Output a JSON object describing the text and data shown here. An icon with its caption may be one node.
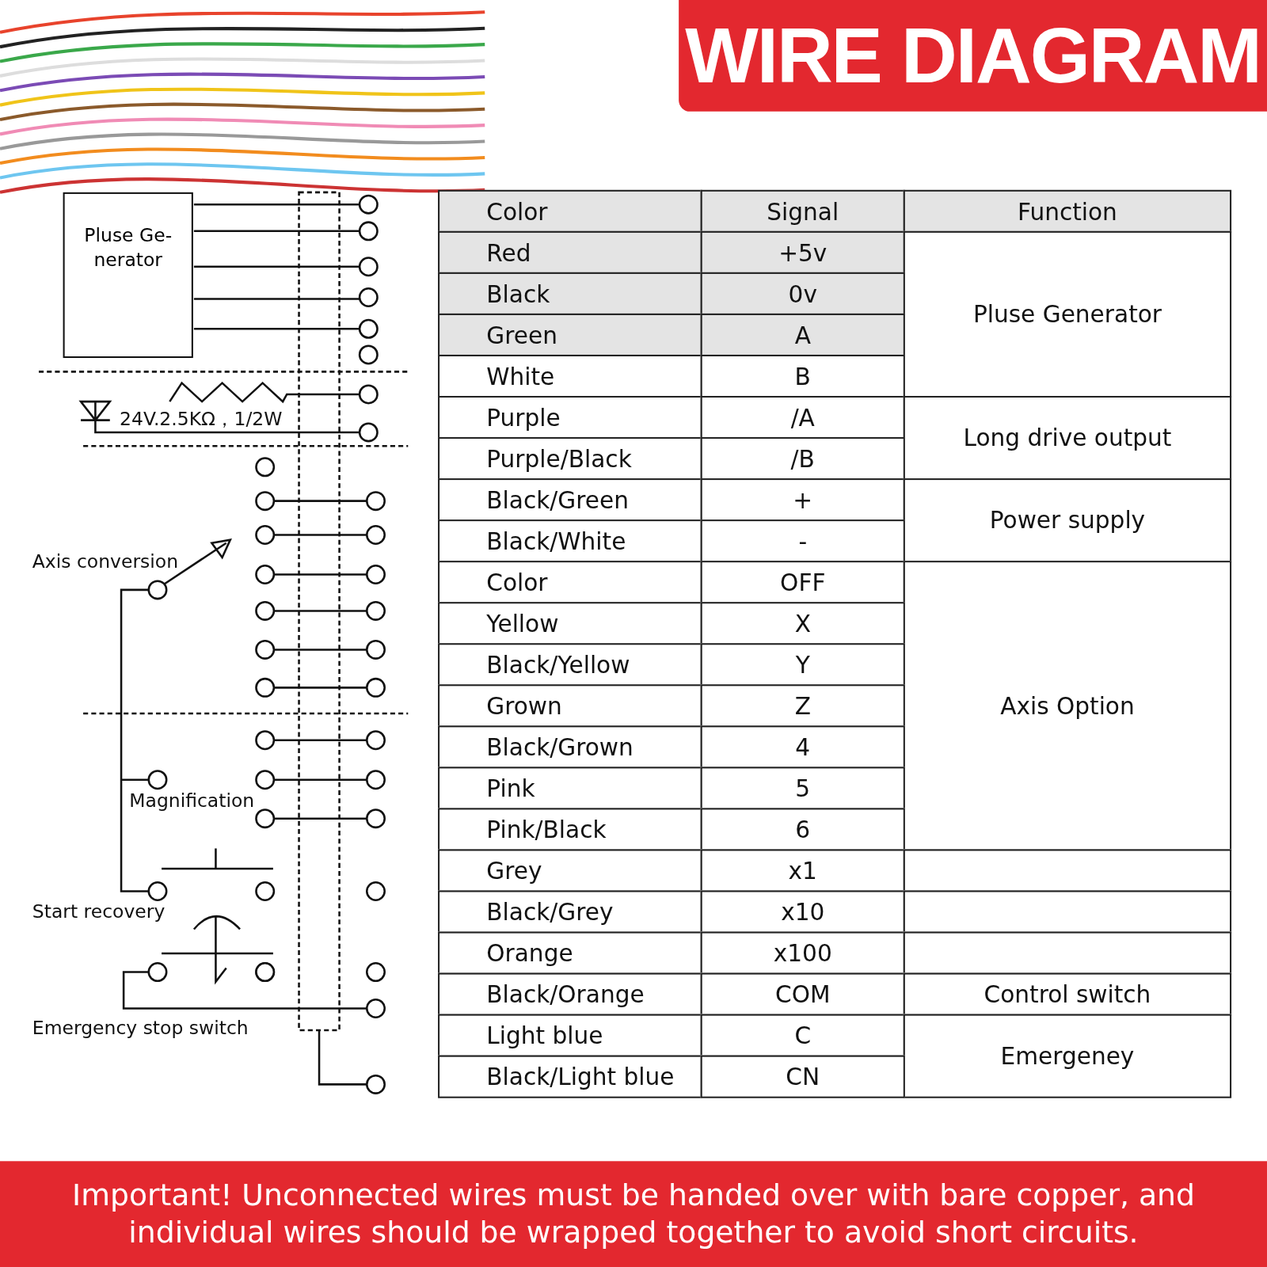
{
  "diagram": {
    "title": "WIRE DIAGRAM",
    "caption": "Important! Unconnected wires must be handed over with bare copper, and individual wires should be wrapped together to avoid short circuits.",
    "nodes": [
      {
        "text": [
          "Pluse Ge- nerator"
        ]
      }
    ],
    "edges": [],
    "labels": [
      "24V.2.5KΩ，1/2W",
      "Axis conversion",
      "Magnification",
      "Start recovery",
      "Emergency stop switch",
      "Color",
      "Signal",
      "Function",
      "Red",
      "+5v",
      "Pluse Generator",
      "Black",
      "0v",
      "Green",
      "A",
      "White",
      "B",
      "Purple",
      "/A",
      "Long drive output",
      "Purple/Black",
      "/B",
      "Black/Green",
      "+",
      "Power supply",
      "Black/White",
      "-",
      "Color",
      "OFF",
      "Axis Option",
      "Yellow",
      "X",
      "Black/Yellow",
      "Y",
      "Grown",
      "Z",
      "Black/Grown",
      "4",
      "Pink",
      "5",
      "Pink/Black",
      "6",
      "Grey",
      "x1",
      "Black/Grey",
      "x10",
      "Orange",
      "x100",
      "Black/Orange",
      "COM",
      "Control switch",
      "Light blue",
      "C",
      "Emergeney",
      "Black/Light blue",
      "CN"
    ]
  }
}
